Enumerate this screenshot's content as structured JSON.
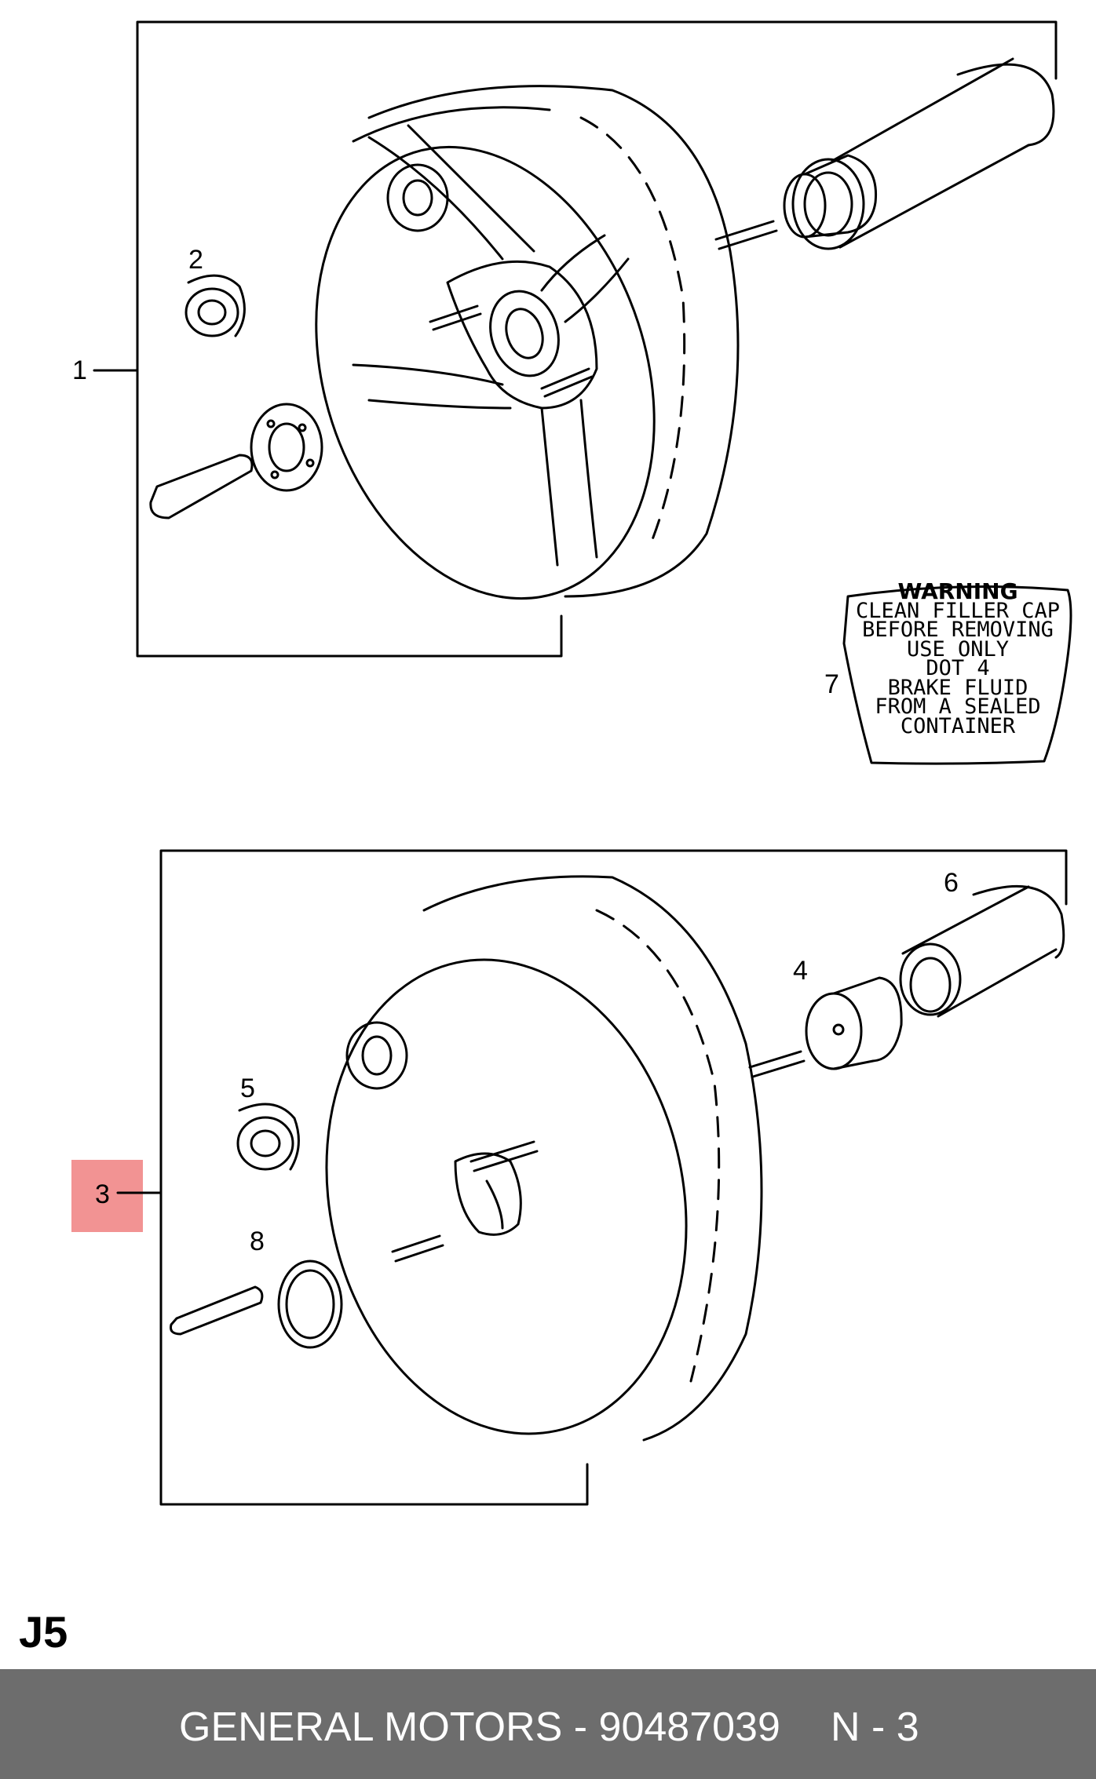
{
  "callouts": {
    "c1": "1",
    "c2": "2",
    "c3": "3",
    "c4": "4",
    "c5": "5",
    "c6": "6",
    "c7": "7",
    "c8": "8"
  },
  "warning_label": {
    "lines": [
      "WARNING",
      "CLEAN FILLER CAP",
      "BEFORE REMOVING",
      "USE ONLY",
      "DOT 4",
      "BRAKE FLUID",
      "FROM A SEALED",
      "CONTAINER"
    ]
  },
  "page_code": "J5",
  "footer": {
    "brand_part": "GENERAL MOTORS - 90487039",
    "page_ref": "N - 3"
  },
  "colors": {
    "highlight": "#f08080",
    "footer_bg": "#6d6d6d",
    "ink": "#000000"
  }
}
